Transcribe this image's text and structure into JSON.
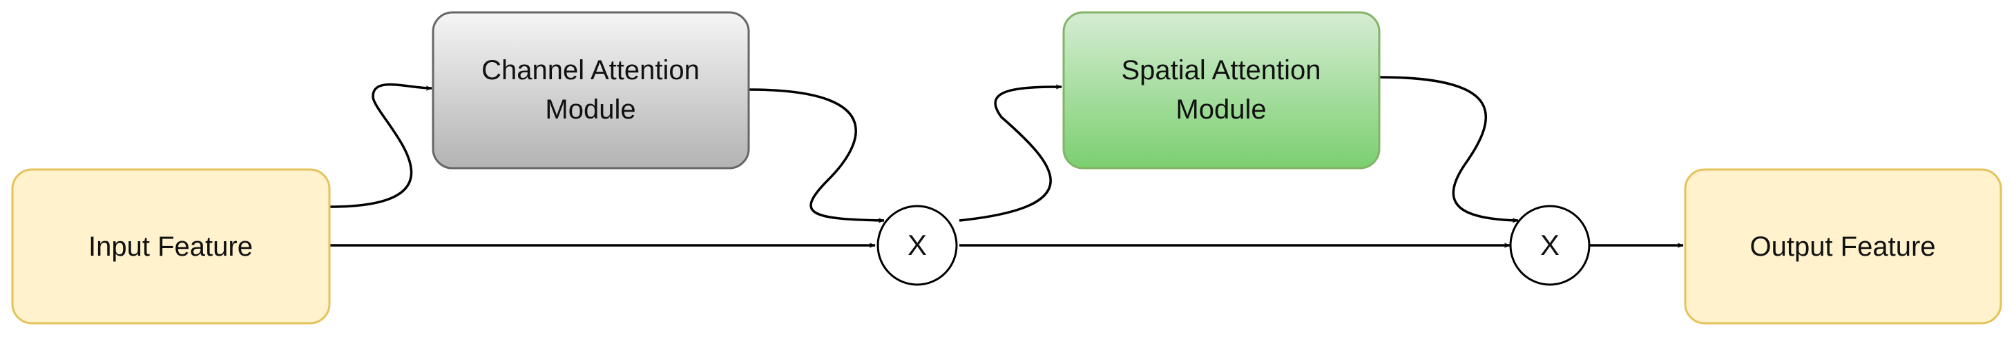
{
  "diagram": {
    "nodes": {
      "input": {
        "label": "Input Feature"
      },
      "cam": {
        "label_line1": "Channel Attention",
        "label_line2": "Module"
      },
      "sam": {
        "label_line1": "Spatial Attention",
        "label_line2": "Module"
      },
      "mult1": {
        "label": "X"
      },
      "mult2": {
        "label": "X"
      },
      "output": {
        "label": "Output Feature"
      }
    },
    "edges": [
      {
        "from": "input",
        "to": "cam"
      },
      {
        "from": "input",
        "to": "mult1"
      },
      {
        "from": "cam",
        "to": "mult1"
      },
      {
        "from": "mult1",
        "to": "sam"
      },
      {
        "from": "mult1",
        "to": "mult2"
      },
      {
        "from": "sam",
        "to": "mult2"
      },
      {
        "from": "mult2",
        "to": "output"
      }
    ]
  },
  "colors": {
    "feature_fill": "#FFF2CC",
    "feature_stroke": "#E6C25A",
    "cam_fill_top": "#F5F5F5",
    "cam_fill_bottom": "#B3B3B3",
    "cam_stroke": "#666666",
    "sam_fill_top": "#D5EDD3",
    "sam_fill_bottom": "#7BCF70",
    "sam_stroke": "#82B366",
    "edge": "#000000"
  }
}
